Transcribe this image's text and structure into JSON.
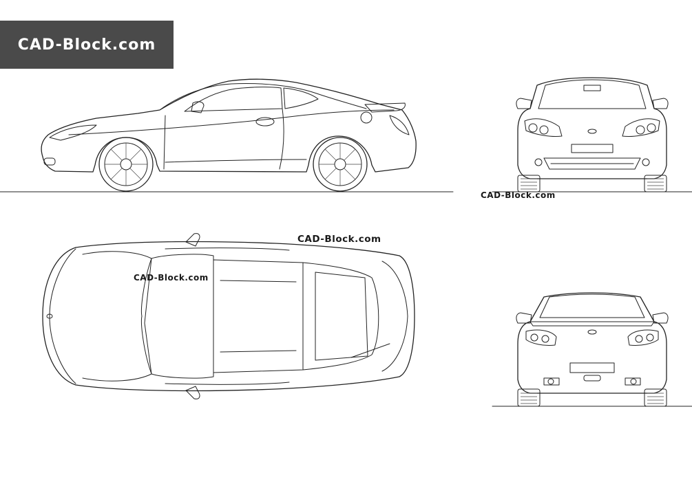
{
  "brand": {
    "badge_text": "CAD-Block.com",
    "watermark_front": "CAD-Block.com",
    "watermark_top_right": "CAD-Block.com",
    "watermark_top_left": "CAD-Block.com"
  },
  "colors": {
    "badge_bg": "#4a4a4a",
    "badge_text": "#ffffff",
    "line": "#222222",
    "background": "#ffffff"
  },
  "views": [
    "side-view",
    "front-view",
    "top-view",
    "rear-view"
  ]
}
